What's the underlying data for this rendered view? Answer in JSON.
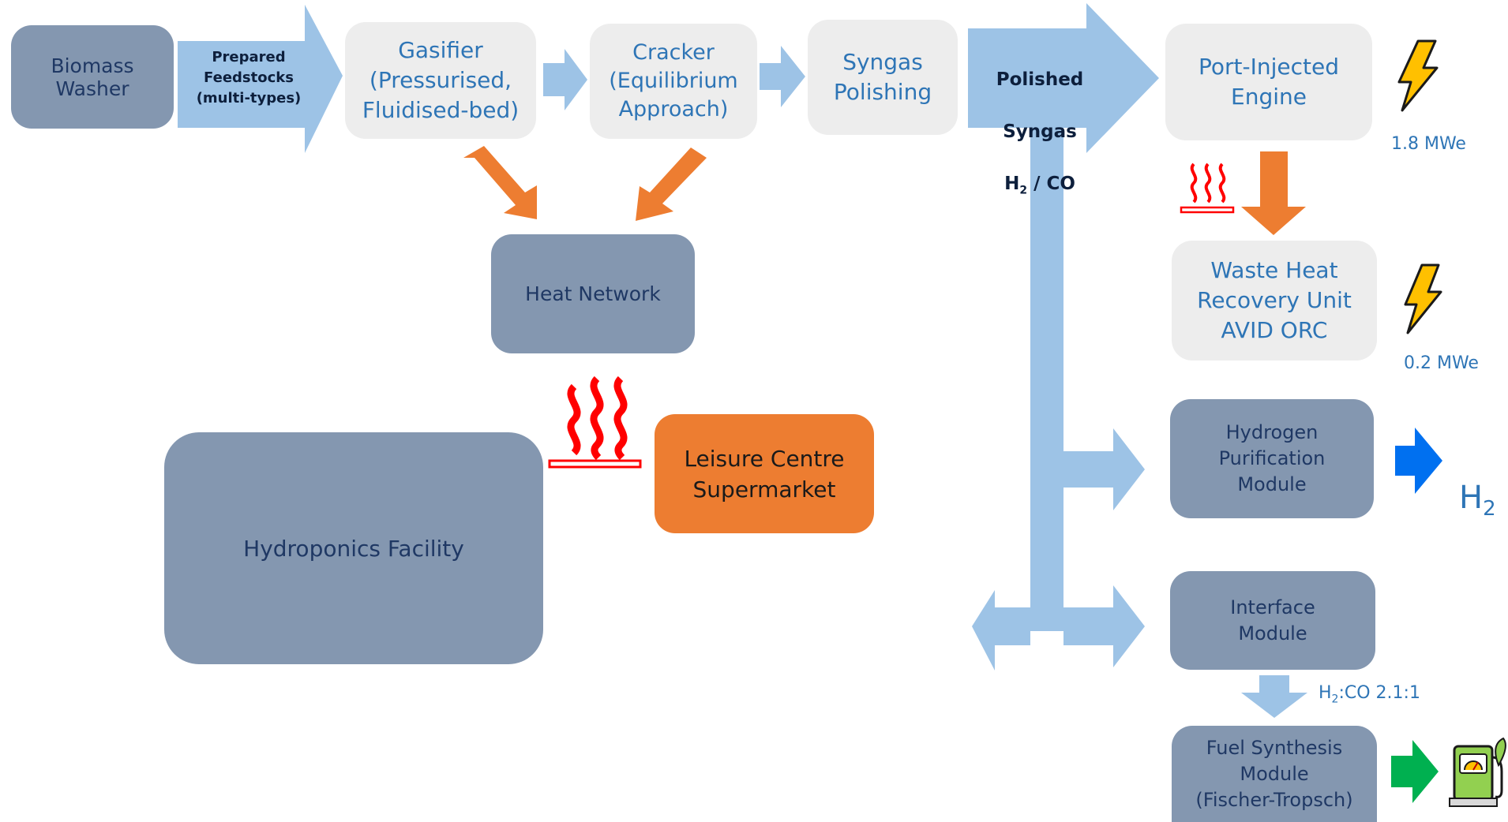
{
  "nodes": {
    "biomass_washer": "Biomass\nWasher",
    "prepared_feedstocks": "Prepared\nFeedstocks\n(multi-types)",
    "gasifier": "Gasifier\n(Pressurised,\nFluidised-bed)",
    "cracker": "Cracker\n(Equilibrium\nApproach)",
    "syngas_polishing": "Syngas\nPolishing",
    "polished_syngas_line1": "Polished",
    "polished_syngas_line2": "Syngas",
    "polished_syngas_h": "H",
    "polished_syngas_sub": "2",
    "polished_syngas_rest": " / CO",
    "engine": "Port-Injected\nEngine",
    "heat_network": "Heat Network",
    "waste_heat": "Waste Heat\nRecovery Unit\nAVID ORC",
    "hydrogen_module": "Hydrogen\nPurification\nModule",
    "interface_module": "Interface\nModule",
    "fuel_synthesis": "Fuel Synthesis\nModule\n(Fischer-Tropsch)",
    "hydroponics": "Hydroponics Facility",
    "leisure": "Leisure Centre\nSupermarket"
  },
  "outputs": {
    "engine_power": "1.8 MWe",
    "orc_power": "0.2 MWe",
    "h2_main": "H",
    "h2_sub": "2",
    "ratio_h": "H",
    "ratio_sub": "2",
    "ratio_rest": ":CO 2.1:1"
  },
  "icons": {
    "lightning": "lightning-bolt-icon",
    "heat": "heat-waves-icon",
    "fuel_pump": "fuel-pump-icon"
  },
  "colors": {
    "flow_arrow": "#9dc3e6",
    "heat_arrow": "#ed7d31",
    "dark_box": "#8497b0",
    "light_box": "#ededed",
    "orange_box": "#ed7d31",
    "hydrogen_arrow": "#0070f0",
    "fuel_arrow": "#00b050",
    "lightning_fill": "#ffc000",
    "heat_icon": "#ff0000"
  }
}
